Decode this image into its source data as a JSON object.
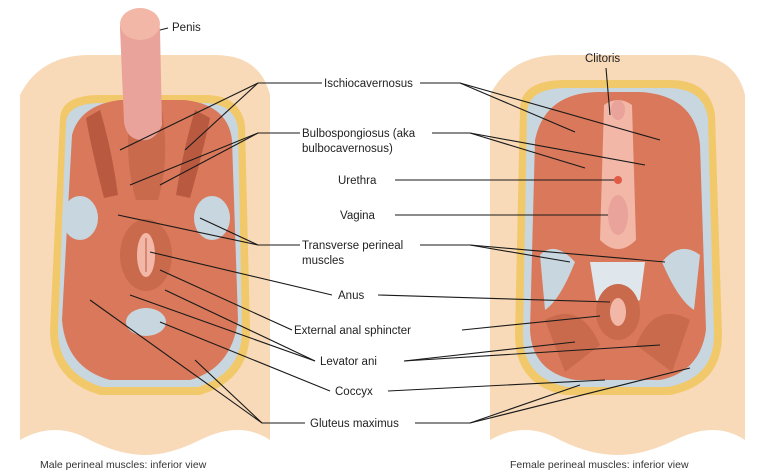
{
  "male": {
    "penis": "Penis",
    "caption": "Male perineal muscles: inferior view"
  },
  "female": {
    "clitoris": "Clitoris",
    "caption": "Female perineal muscles: inferior view"
  },
  "labels": {
    "ischiocavernosus": "Ischiocavernosus",
    "bulbospongiosus_1": "Bulbospongiosus (aka",
    "bulbospongiosus_2": "bulbocavernosus)",
    "urethra": "Urethra",
    "vagina": "Vagina",
    "transverse_1": "Transverse perineal",
    "transverse_2": "muscles",
    "anus": "Anus",
    "external_anal_sphincter": "External anal sphincter",
    "levator_ani": "Levator ani",
    "coccyx": "Coccyx",
    "gluteus_maximus": "Gluteus maximus"
  },
  "colors": {
    "skin": "#f8d9b8",
    "fat": "#f2c96a",
    "muscle": "#d9785a",
    "muscle_dark": "#b95a40",
    "fascia": "#c8d6df",
    "mucosa": "#f2b7a7"
  }
}
